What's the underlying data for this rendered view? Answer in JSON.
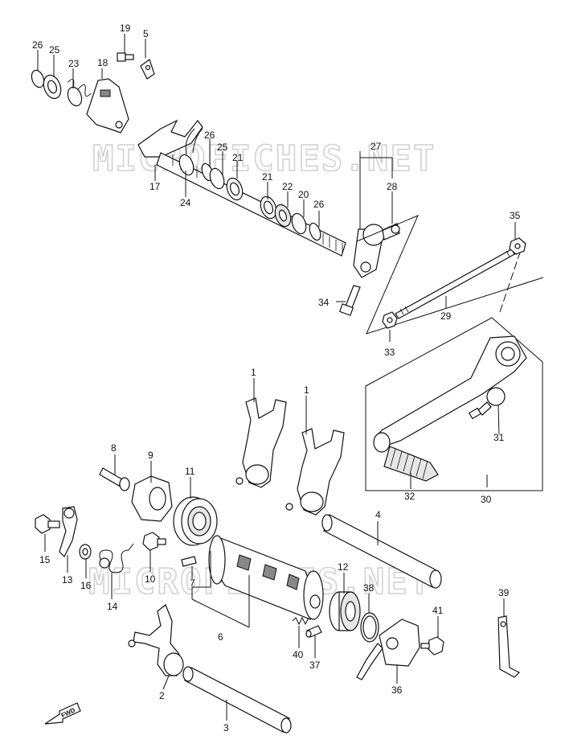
{
  "watermarks": [
    "MICROFICHES.NET",
    "MICROFICHES.NET"
  ],
  "fwd_label": "FWD",
  "callouts": {
    "c26a": "26",
    "c25a": "25",
    "c23": "23",
    "c18": "18",
    "c19": "19",
    "c5": "5",
    "c17": "17",
    "c24": "24",
    "c26b": "26",
    "c25b": "25",
    "c21a": "21",
    "c21b": "21",
    "c22": "22",
    "c20": "20",
    "c26c": "26",
    "c27": "27",
    "c28": "28",
    "c34": "34",
    "c35": "35",
    "c29": "29",
    "c33": "33",
    "c1a": "1",
    "c1b": "1",
    "c31": "31",
    "c32": "32",
    "c30": "30",
    "c8": "8",
    "c9": "9",
    "c11": "11",
    "c15": "15",
    "c13": "13",
    "c16": "16",
    "c14": "14",
    "c10": "10",
    "c7": "7",
    "c6": "6",
    "c4": "4",
    "c12": "12",
    "c38": "38",
    "c41": "41",
    "c39": "39",
    "c40": "40",
    "c37": "37",
    "c36": "36",
    "c2": "2",
    "c3": "3"
  }
}
